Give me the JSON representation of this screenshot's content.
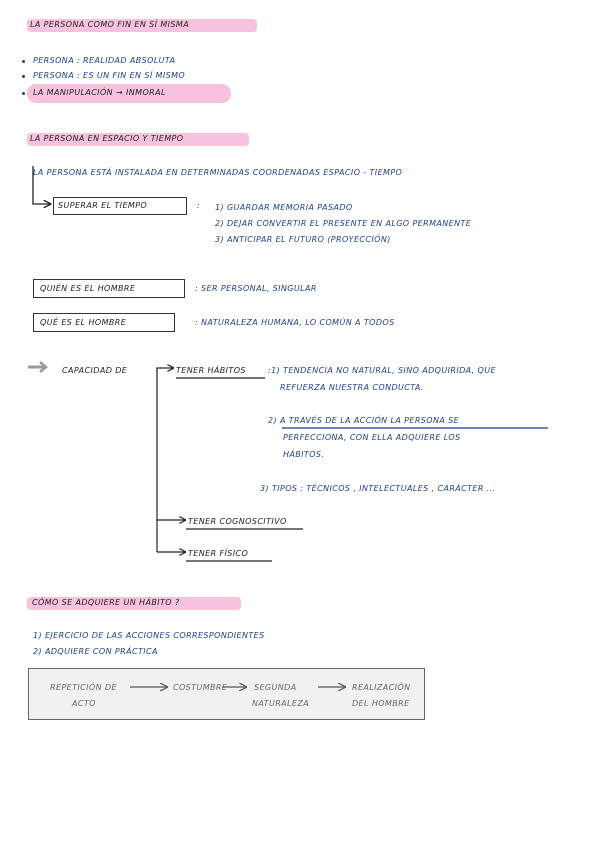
{
  "section1": {
    "title": "LA PERSONA COMO FIN EN SÍ MISMA",
    "bullets": [
      "PERSONA : REALIDAD ABSOLUTA",
      "PERSONA : ES UN FIN EN SÍ MISMO",
      "LA MANIPULACIÓN → INMORAL"
    ]
  },
  "section2": {
    "title": "LA PERSONA EN ESPACIO Y TIEMPO",
    "statement": "LA PERSONA ESTÁ INSTALADA EN DETERMINADAS COORDENADAS ESPACIO - TIEMPO",
    "box_label": "SUPERAR EL TIEMPO",
    "box_colon": ":",
    "list": [
      "1) GUARDAR MEMORIA PASADO",
      "2) DEJAR CONVERTIR EL PRESENTE EN ALGO PERMANENTE",
      "3) ANTICIPAR EL FUTURO (PROYECCIÓN)"
    ]
  },
  "section3": {
    "quien_box": "QUIÉN ES EL HOMBRE",
    "quien_text": ": SER PERSONAL, SINGULAR",
    "que_box": "QUÉ ES EL HOMBRE",
    "que_text": ": NATURALEZA HUMANA, LO COMÚN A TODOS"
  },
  "section4": {
    "capacidad": "CAPACIDAD DE",
    "branch_habitos": "TENER HÁBITOS",
    "branch_cognoscitivo": "TENER COGNOSCITIVO",
    "branch_fisico": "TENER FÍSICO",
    "point1_line1": ":1) TENDENCIA NO NATURAL, SINO ADQUIRIDA, QUE",
    "point1_line2": "REFUERZA NUESTRA CONDUCTA.",
    "point2_line1": "2) A TRAVÉS DE LA ACCIÓN LA PERSONA SE",
    "point2_line2": "PERFECCIONA, CON ELLA ADQUIERE LOS",
    "point2_line3": "HÁBITOS.",
    "point3": "3) TIPOS : TÉCNICOS , INTELECTUALES , CARÁCTER ..."
  },
  "section5": {
    "title": "CÓMO SE ADQUIERE UN HÁBITO ?",
    "steps": [
      "1) EJERCICIO DE LAS ACCIONES CORRESPONDIENTES",
      "2) ADQUIERE CON PRÁCTICA"
    ],
    "flow": {
      "a_line1": "REPETICIÓN DE",
      "a_line2": "ACTO",
      "b": "COSTUMBRE",
      "c_line1": "SEGUNDA",
      "c_line2": "NATURALEZA",
      "d_line1": "REALIZACIÓN",
      "d_line2": "DEL HOMBRE"
    }
  }
}
